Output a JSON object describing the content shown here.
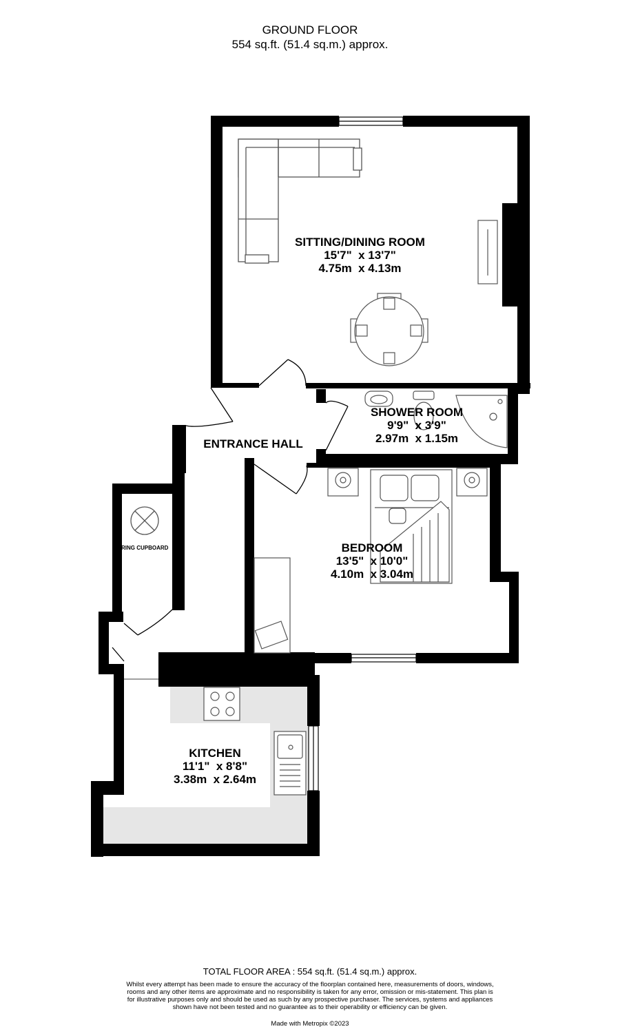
{
  "header": {
    "floor_name": "GROUND FLOOR",
    "floor_area": "554 sq.ft. (51.4 sq.m.) approx."
  },
  "rooms": {
    "sitting": {
      "name": "SITTING/DINING ROOM",
      "imperial": "15'7\"  x 13'7\"",
      "metric": "4.75m  x 4.13m"
    },
    "shower": {
      "name": "SHOWER ROOM",
      "imperial": "9'9\"  x 3'9\"",
      "metric": "2.97m  x 1.15m"
    },
    "hall": {
      "name": "ENTRANCE HALL"
    },
    "bedroom": {
      "name": "BEDROOM",
      "imperial": "13'5\"  x 10'0\"",
      "metric": "4.10m  x 3.04m"
    },
    "kitchen": {
      "name": "KITCHEN",
      "imperial": "11'1\"  x 8'8\"",
      "metric": "3.38m  x 2.64m"
    },
    "cupboard": {
      "name": "AIRING CUPBOARD"
    }
  },
  "footer": {
    "total": "TOTAL FLOOR AREA : 554 sq.ft. (51.4 sq.m.) approx.",
    "disclaimer": "Whilst every attempt has been made to ensure the accuracy of the floorplan contained here, measurements of doors, windows, rooms and any other items are approximate and no responsibility is taken for any error, omission or mis-statement. This plan is for illustrative purposes only and should be used as such by any prospective purchaser. The services, systems and appliances shown have not been tested and no guarantee as to their operability or efficiency can be given.",
    "credit": "Made with Metropix ©2023"
  },
  "colors": {
    "wall": "#000000",
    "worktop": "#e6e6e6",
    "fixture": "#555555"
  }
}
